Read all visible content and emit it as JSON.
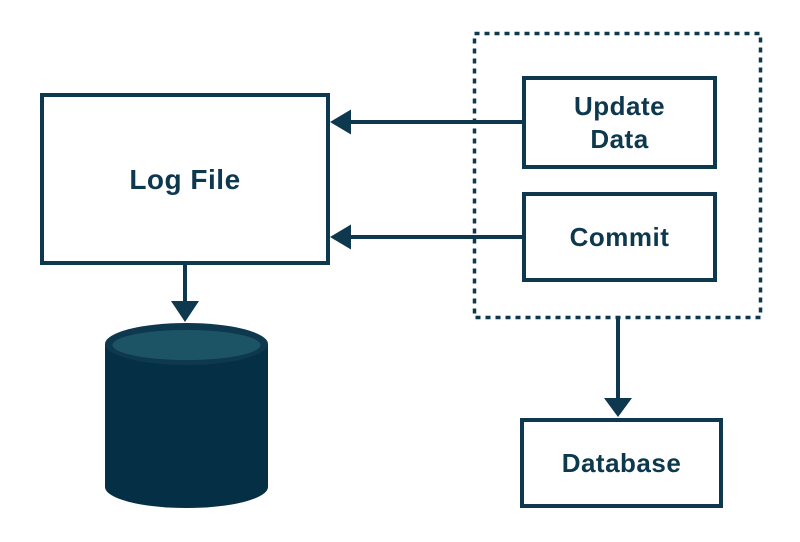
{
  "nodes": {
    "log_file": {
      "label": "Log File"
    },
    "update_data": {
      "label": "Update\nData"
    },
    "commit": {
      "label": "Commit"
    },
    "database": {
      "label": "Database"
    }
  },
  "icons": {
    "storage_cylinder": "database-cylinder-icon"
  },
  "connectors": {
    "update_to_log": "arrow-update-data-to-log-file",
    "commit_to_log": "arrow-commit-to-log-file",
    "log_to_cylinder": "arrow-log-file-to-cylinder",
    "group_to_database": "arrow-transaction-group-to-database"
  },
  "colors": {
    "stroke": "#0d384e",
    "text": "#0d384e",
    "cylinder_body": "#052f44",
    "cylinder_top": "#1d5465",
    "background": "#ffffff"
  }
}
